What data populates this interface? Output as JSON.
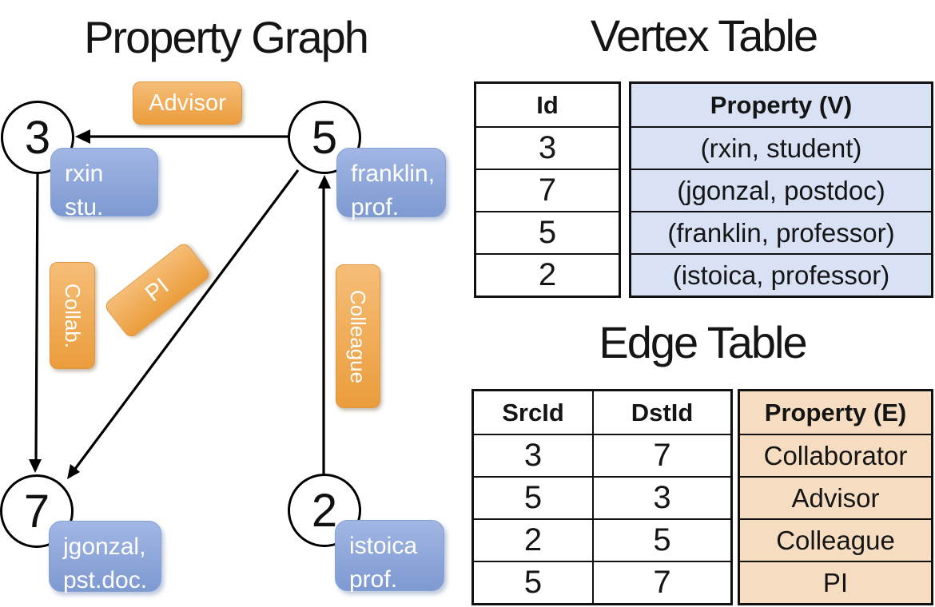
{
  "graph": {
    "title": "Property Graph",
    "nodes": [
      {
        "id": "3",
        "prop1": "rxin",
        "prop2": "stu."
      },
      {
        "id": "5",
        "prop1": "franklin,",
        "prop2": "prof."
      },
      {
        "id": "7",
        "prop1": "jgonzal,",
        "prop2": "pst.doc."
      },
      {
        "id": "2",
        "prop1": "istoica",
        "prop2": "prof."
      }
    ],
    "edge_labels": {
      "advisor": "Advisor",
      "collab": "Collab.",
      "pi": "PI",
      "colleague": "Colleague"
    }
  },
  "vertex_table": {
    "title": "Vertex Table",
    "columns": {
      "id": "Id",
      "property": "Property (V)"
    },
    "rows": [
      {
        "id": "3",
        "property": "(rxin, student)"
      },
      {
        "id": "7",
        "property": "(jgonzal, postdoc)"
      },
      {
        "id": "5",
        "property": "(franklin, professor)"
      },
      {
        "id": "2",
        "property": "(istoica, professor)"
      }
    ]
  },
  "edge_table": {
    "title": "Edge Table",
    "columns": {
      "src": "SrcId",
      "dst": "DstId",
      "property": "Property (E)"
    },
    "rows": [
      {
        "src": "3",
        "dst": "7",
        "property": "Collaborator"
      },
      {
        "src": "5",
        "dst": "3",
        "property": "Advisor"
      },
      {
        "src": "2",
        "dst": "5",
        "property": "Colleague"
      },
      {
        "src": "5",
        "dst": "7",
        "property": "PI"
      }
    ]
  },
  "colors": {
    "edge_label_orange": "#eb9d3c",
    "vertex_property_blue": "#7e9ad2",
    "vertex_table_fill": "#d9e2f5",
    "edge_table_fill": "#f6ddc1",
    "line_black": "#000000"
  }
}
